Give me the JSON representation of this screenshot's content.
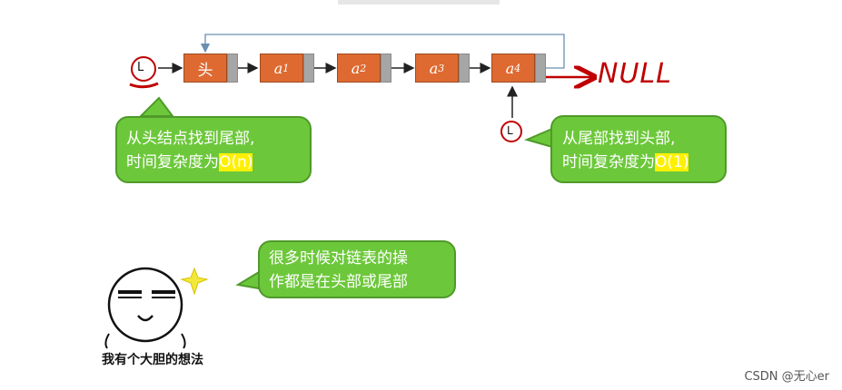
{
  "linked_list": {
    "head_pointer_label": "L",
    "tail_pointer_label": "L",
    "head_node_label": "头",
    "nodes": [
      {
        "name": "a",
        "sub": "1"
      },
      {
        "name": "a",
        "sub": "2"
      },
      {
        "name": "a",
        "sub": "3"
      },
      {
        "name": "a",
        "sub": "4"
      }
    ],
    "null_label": "NULL"
  },
  "bubbles": {
    "left": {
      "line1": "从头结点找到尾部,",
      "line2_prefix": "时间复杂度为",
      "complexity": "O(n)"
    },
    "right": {
      "line1": "从尾部找到头部,",
      "line2_prefix": "时间复杂度为",
      "complexity": "O(1)"
    },
    "bottom": {
      "line1_a": "很多时候对",
      "line1_b": "链表",
      "line1_c": "的操",
      "line2_a": "作都是在头部或",
      "line2_b": "尾部"
    }
  },
  "meme_caption": "我有个大胆的想法",
  "watermark": "CSDN @无心er",
  "colors": {
    "node": "#de6a31",
    "pointer": "#a6a6a6",
    "bubble": "#6cc83a",
    "ink": "#c00000"
  }
}
